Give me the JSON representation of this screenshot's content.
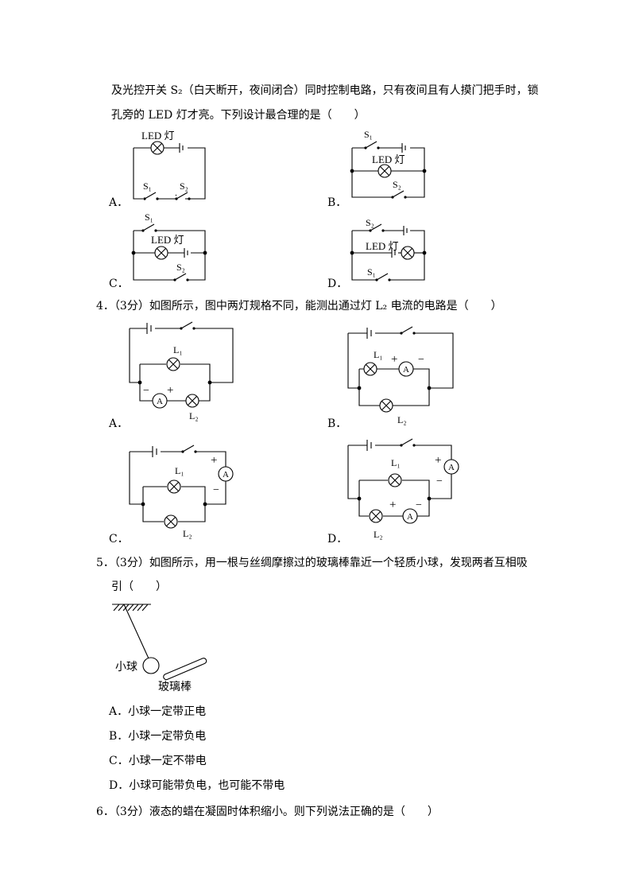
{
  "q3": {
    "line1": "及光控开关 S₂（白天断开，夜间闭合）同时控制电路，只有夜间且有人摸门把手时，锁",
    "line2": "孔旁的 LED 灯才亮。下列设计最合理的是（　　）",
    "options": [
      "A．",
      "B．",
      "C．",
      "D．"
    ],
    "led_label": "LED 灯",
    "s1": "S₁",
    "s2": "S₂"
  },
  "q4": {
    "stem": "4．（3分）如图所示，图中两灯规格不同，能测出通过灯 L₂ 电流的电路是（　　）",
    "options": [
      "A．",
      "B．",
      "C．",
      "D．"
    ],
    "l1": "L₁",
    "l2": "L₂",
    "ammeter": "A",
    "plus": "+",
    "minus": "−"
  },
  "q5": {
    "stem_line1": "5．（3分）如图所示，用一根与丝绸摩擦过的玻璃棒靠近一个轻质小球，发现两者互相吸",
    "stem_line2": "引（　　）",
    "ball_label": "小球",
    "rod_label": "玻璃棒",
    "options": [
      "A．小球一定带正电",
      "B．小球一定带负电",
      "C．小球一定不带电",
      "D．小球可能带负电，也可能不带电"
    ]
  },
  "q6": {
    "stem": "6．（3分）液态的蜡在凝固时体积缩小。则下列说法正确的是（　　）"
  }
}
